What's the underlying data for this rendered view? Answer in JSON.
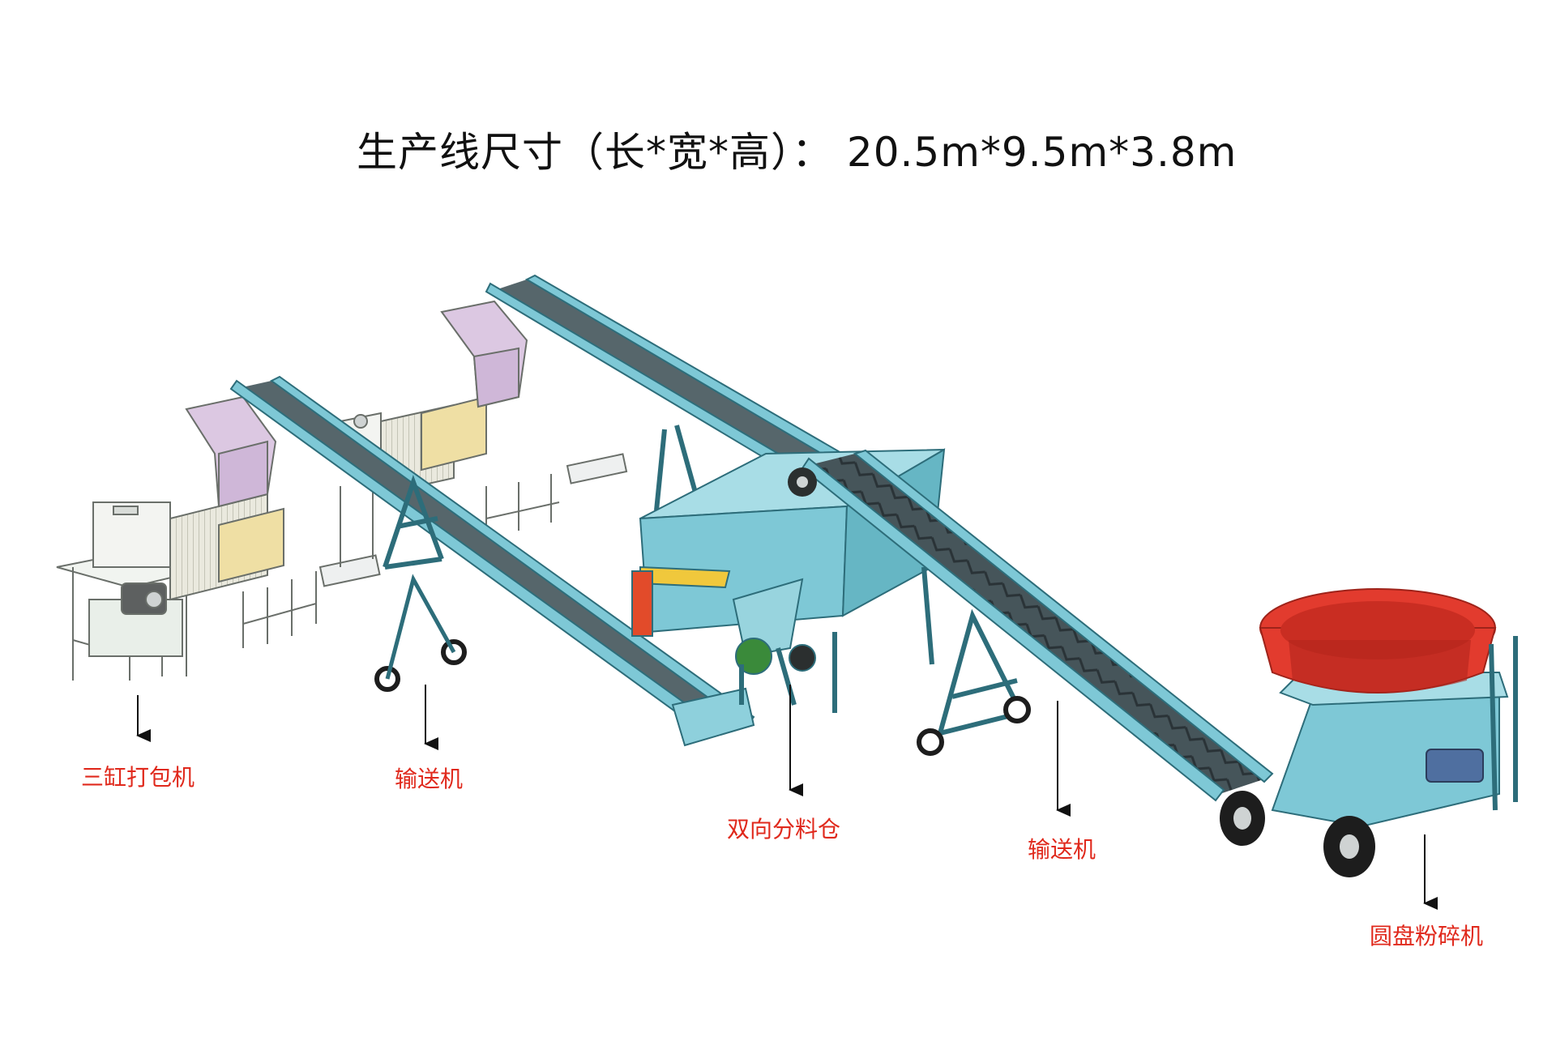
{
  "title": "生产线尺寸（长*宽*高）：  20.5m*9.5m*3.8m",
  "labels": {
    "baler": "三缸打包机",
    "conveyor_left": "输送机",
    "bin": "双向分料仓",
    "conveyor_right": "输送机",
    "crusher": "圆盘粉碎机"
  },
  "colors": {
    "label": "#e0291c",
    "frame": "#7ec8d6",
    "belt": "#4b5a5f",
    "crusher_bowl": "#e23b2e",
    "baler_panel": "#eedca0",
    "baler_hood": "#d9c5e0",
    "baler_frame": "#e8ede9"
  }
}
